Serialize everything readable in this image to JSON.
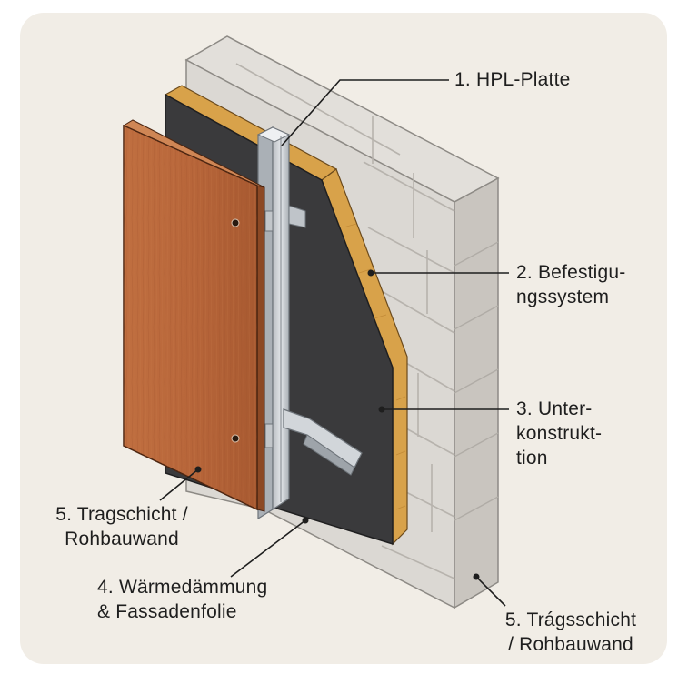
{
  "labels": {
    "hpl_platte": "1. HPL-Platte",
    "befestigungssystem": "2. Befestigu-\nngssystem",
    "unterkonstruktion": "3. Unter-\nkonstrukt-\ntion",
    "waermedaemmung": "4. Wärmedämmung\n& Fassadenfolie",
    "tragschicht_left": "5. Tragschicht /\nRohbauwand",
    "tragschicht_right": "5. Trágsschicht\n/ Rohbauwand"
  },
  "colors": {
    "card_background": "#f1ede6",
    "masonry_front": "#d9d6d1",
    "masonry_side": "#c8c4be",
    "masonry_top": "#e2dfda",
    "insulation_board": "#3b3b3d",
    "insulation_edge": "#d8a24a",
    "hpl_panel": "#b8663a",
    "aluminium_profile": "#c9cdd1",
    "leader_line": "#1e1e1e"
  }
}
